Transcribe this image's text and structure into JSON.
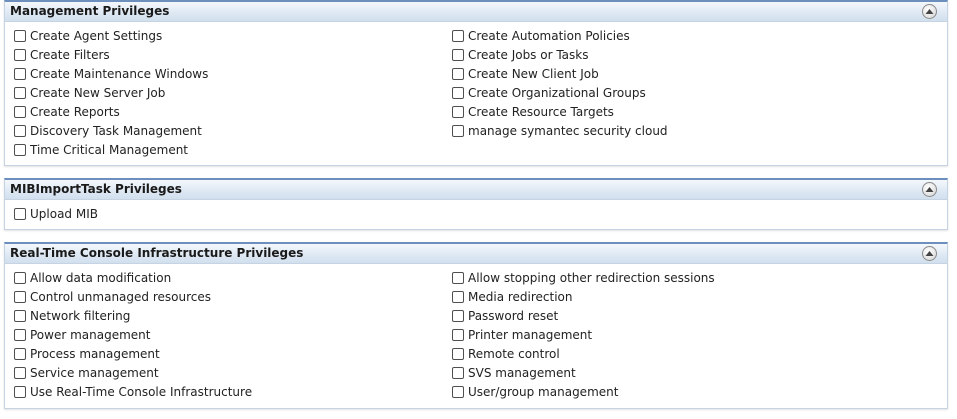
{
  "sections": [
    {
      "title": "Management Privileges",
      "left": [
        "Create Agent Settings",
        "Create Filters",
        "Create Maintenance Windows",
        "Create New Server Job",
        "Create Reports",
        "Discovery Task Management",
        "Time Critical Management"
      ],
      "right": [
        "Create Automation Policies",
        "Create Jobs or Tasks",
        "Create New Client Job",
        "Create Organizational Groups",
        "Create Resource Targets",
        "manage symantec security cloud"
      ]
    },
    {
      "title": "MIBImportTask Privileges",
      "left": [
        "Upload MIB"
      ],
      "right": []
    },
    {
      "title": "Real-Time Console Infrastructure Privileges",
      "left": [
        "Allow data modification",
        "Control unmanaged resources",
        "Network filtering",
        "Power management",
        "Process management",
        "Service management",
        "Use Real-Time Console Infrastructure"
      ],
      "right": [
        "Allow stopping other redirection sessions",
        "Media redirection",
        "Password reset",
        "Printer management",
        "Remote control",
        "SVS management",
        "User/group management"
      ]
    }
  ],
  "icons": {
    "collapse": "collapse-up-icon"
  },
  "colors": {
    "header_border": "#6c8fbd",
    "panel_border": "#c6d3e2"
  }
}
